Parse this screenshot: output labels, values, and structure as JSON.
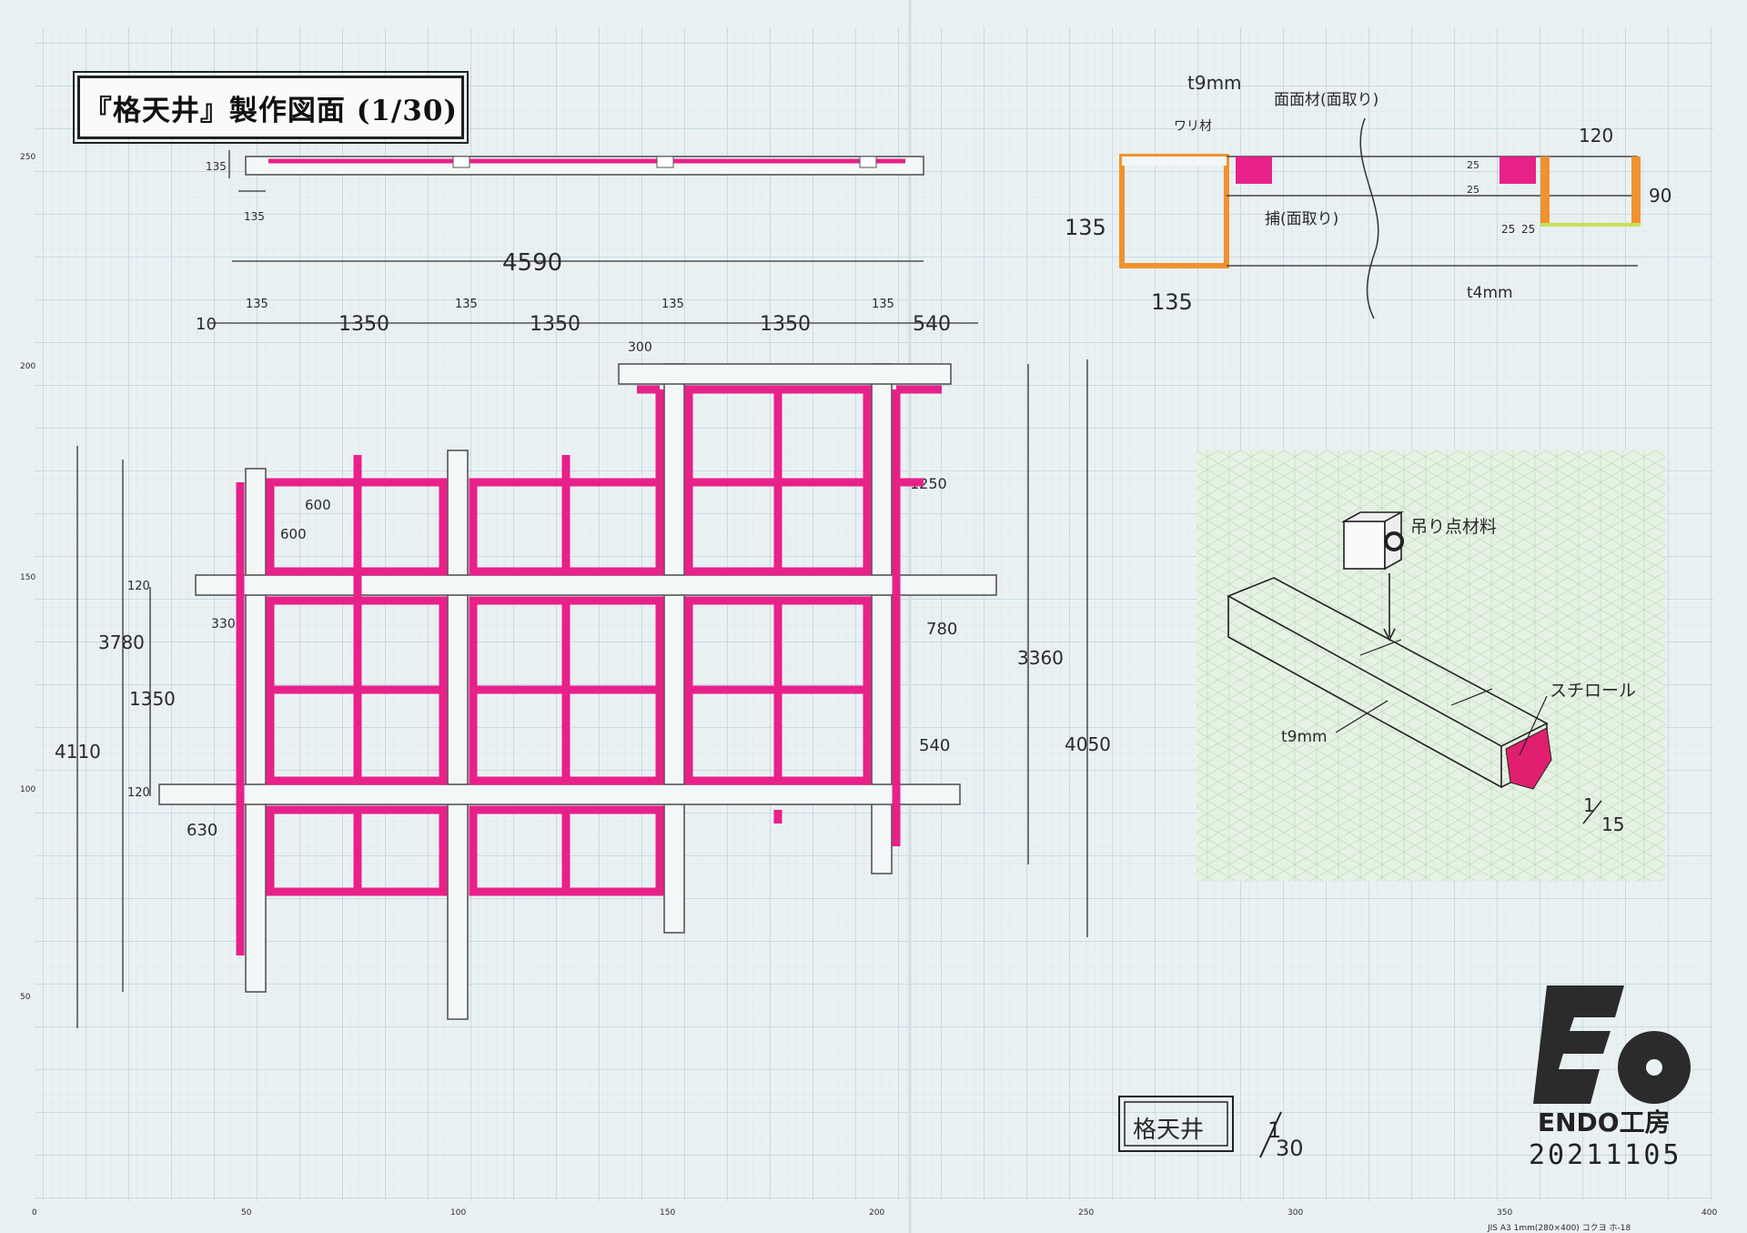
{
  "title": "『格天井』製作図面 (1/30)",
  "top_strip": {
    "dim_height": "135",
    "dim_width": "135"
  },
  "plan": {
    "overall_width": "4590",
    "column_width_labels": [
      "135",
      "135",
      "135",
      "135"
    ],
    "bay_widths": [
      "1350",
      "1350",
      "1350"
    ],
    "right_overhang": "540",
    "left_partial": "10",
    "offset_label": "300",
    "grid_spacing_h": "600",
    "grid_spacing_v": "600",
    "beam_depth_1": "120",
    "beam_depth_2": "120",
    "left_offset_1": "330",
    "left_offset_2": "630",
    "right_offset_1": "780",
    "right_offset_2": "540",
    "upper_right_height": "1250",
    "overall_height_1": "3780",
    "overall_height_2": "4110",
    "bay_height": "1350",
    "right_height_1": "3360",
    "right_height_2": "4050"
  },
  "section": {
    "thickness_top": "t9mm",
    "label_waribuchi": "ワリ材",
    "label_men": "面面材(面取り)",
    "label_kakushi": "捕(面取り)",
    "height": "135",
    "width": "135",
    "dim_25a": "25",
    "dim_25b": "25",
    "dim_25c": "25",
    "dim_25d": "25",
    "width_right": "120",
    "height_right": "90",
    "thickness_bottom": "t4mm"
  },
  "iso": {
    "label_hanger": "吊り点材料",
    "label_styrofoam": "スチロール",
    "label_thickness": "t9mm",
    "scale_num": "1",
    "scale_den": "15"
  },
  "stamp": {
    "name": "格天井",
    "scale_num": "1",
    "scale_den": "30"
  },
  "brand": "ENDO工房",
  "date": "20211105",
  "paper_ruler": [
    "250",
    "200",
    "150",
    "100",
    "50"
  ],
  "paper_bottom": [
    "0",
    "50",
    "100",
    "150",
    "200",
    "250",
    "300",
    "350",
    "400"
  ],
  "paper_spec": "JIS A3    1mm(280×400)    コクヨ  ホ-18",
  "colors": {
    "paper": "#eaf1f3",
    "grid_minor": "#c8dde6",
    "grid_major": "#9fc3d4",
    "magenta": "#e8208a",
    "orange": "#f0922e",
    "iso_panel": "#e6f2e4"
  }
}
